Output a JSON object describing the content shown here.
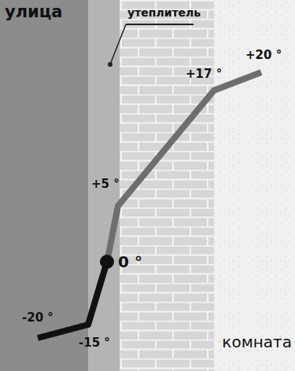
{
  "diagram": {
    "labels": [
      "улица",
      "утеплитель",
      "+20 °",
      "+17 °",
      "+5 °",
      "0 °",
      "-20 °",
      "-15 °",
      "комната"
    ]
  }
}
